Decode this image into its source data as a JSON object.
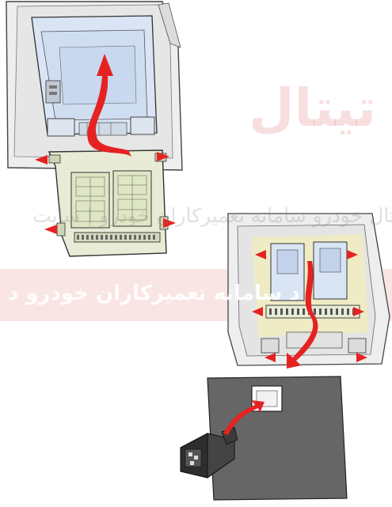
{
  "watermark": {
    "logo_text": "تیتال",
    "tagline_1": "تال خودرو سامانه تعمیرکاران خودرو | سایت",
    "tagline_2": "د سامانه تعمیرکاران خودرو د"
  },
  "colors": {
    "arrow": "#e52222",
    "panel_fill": "#e8ecd6",
    "cavity_fill": "#d9e5f5",
    "housing_fill": "#eeeeee",
    "highlight": "#f5f0b0"
  },
  "icons": [
    "release-arrow-icon",
    "extraction-arrow-icon"
  ]
}
